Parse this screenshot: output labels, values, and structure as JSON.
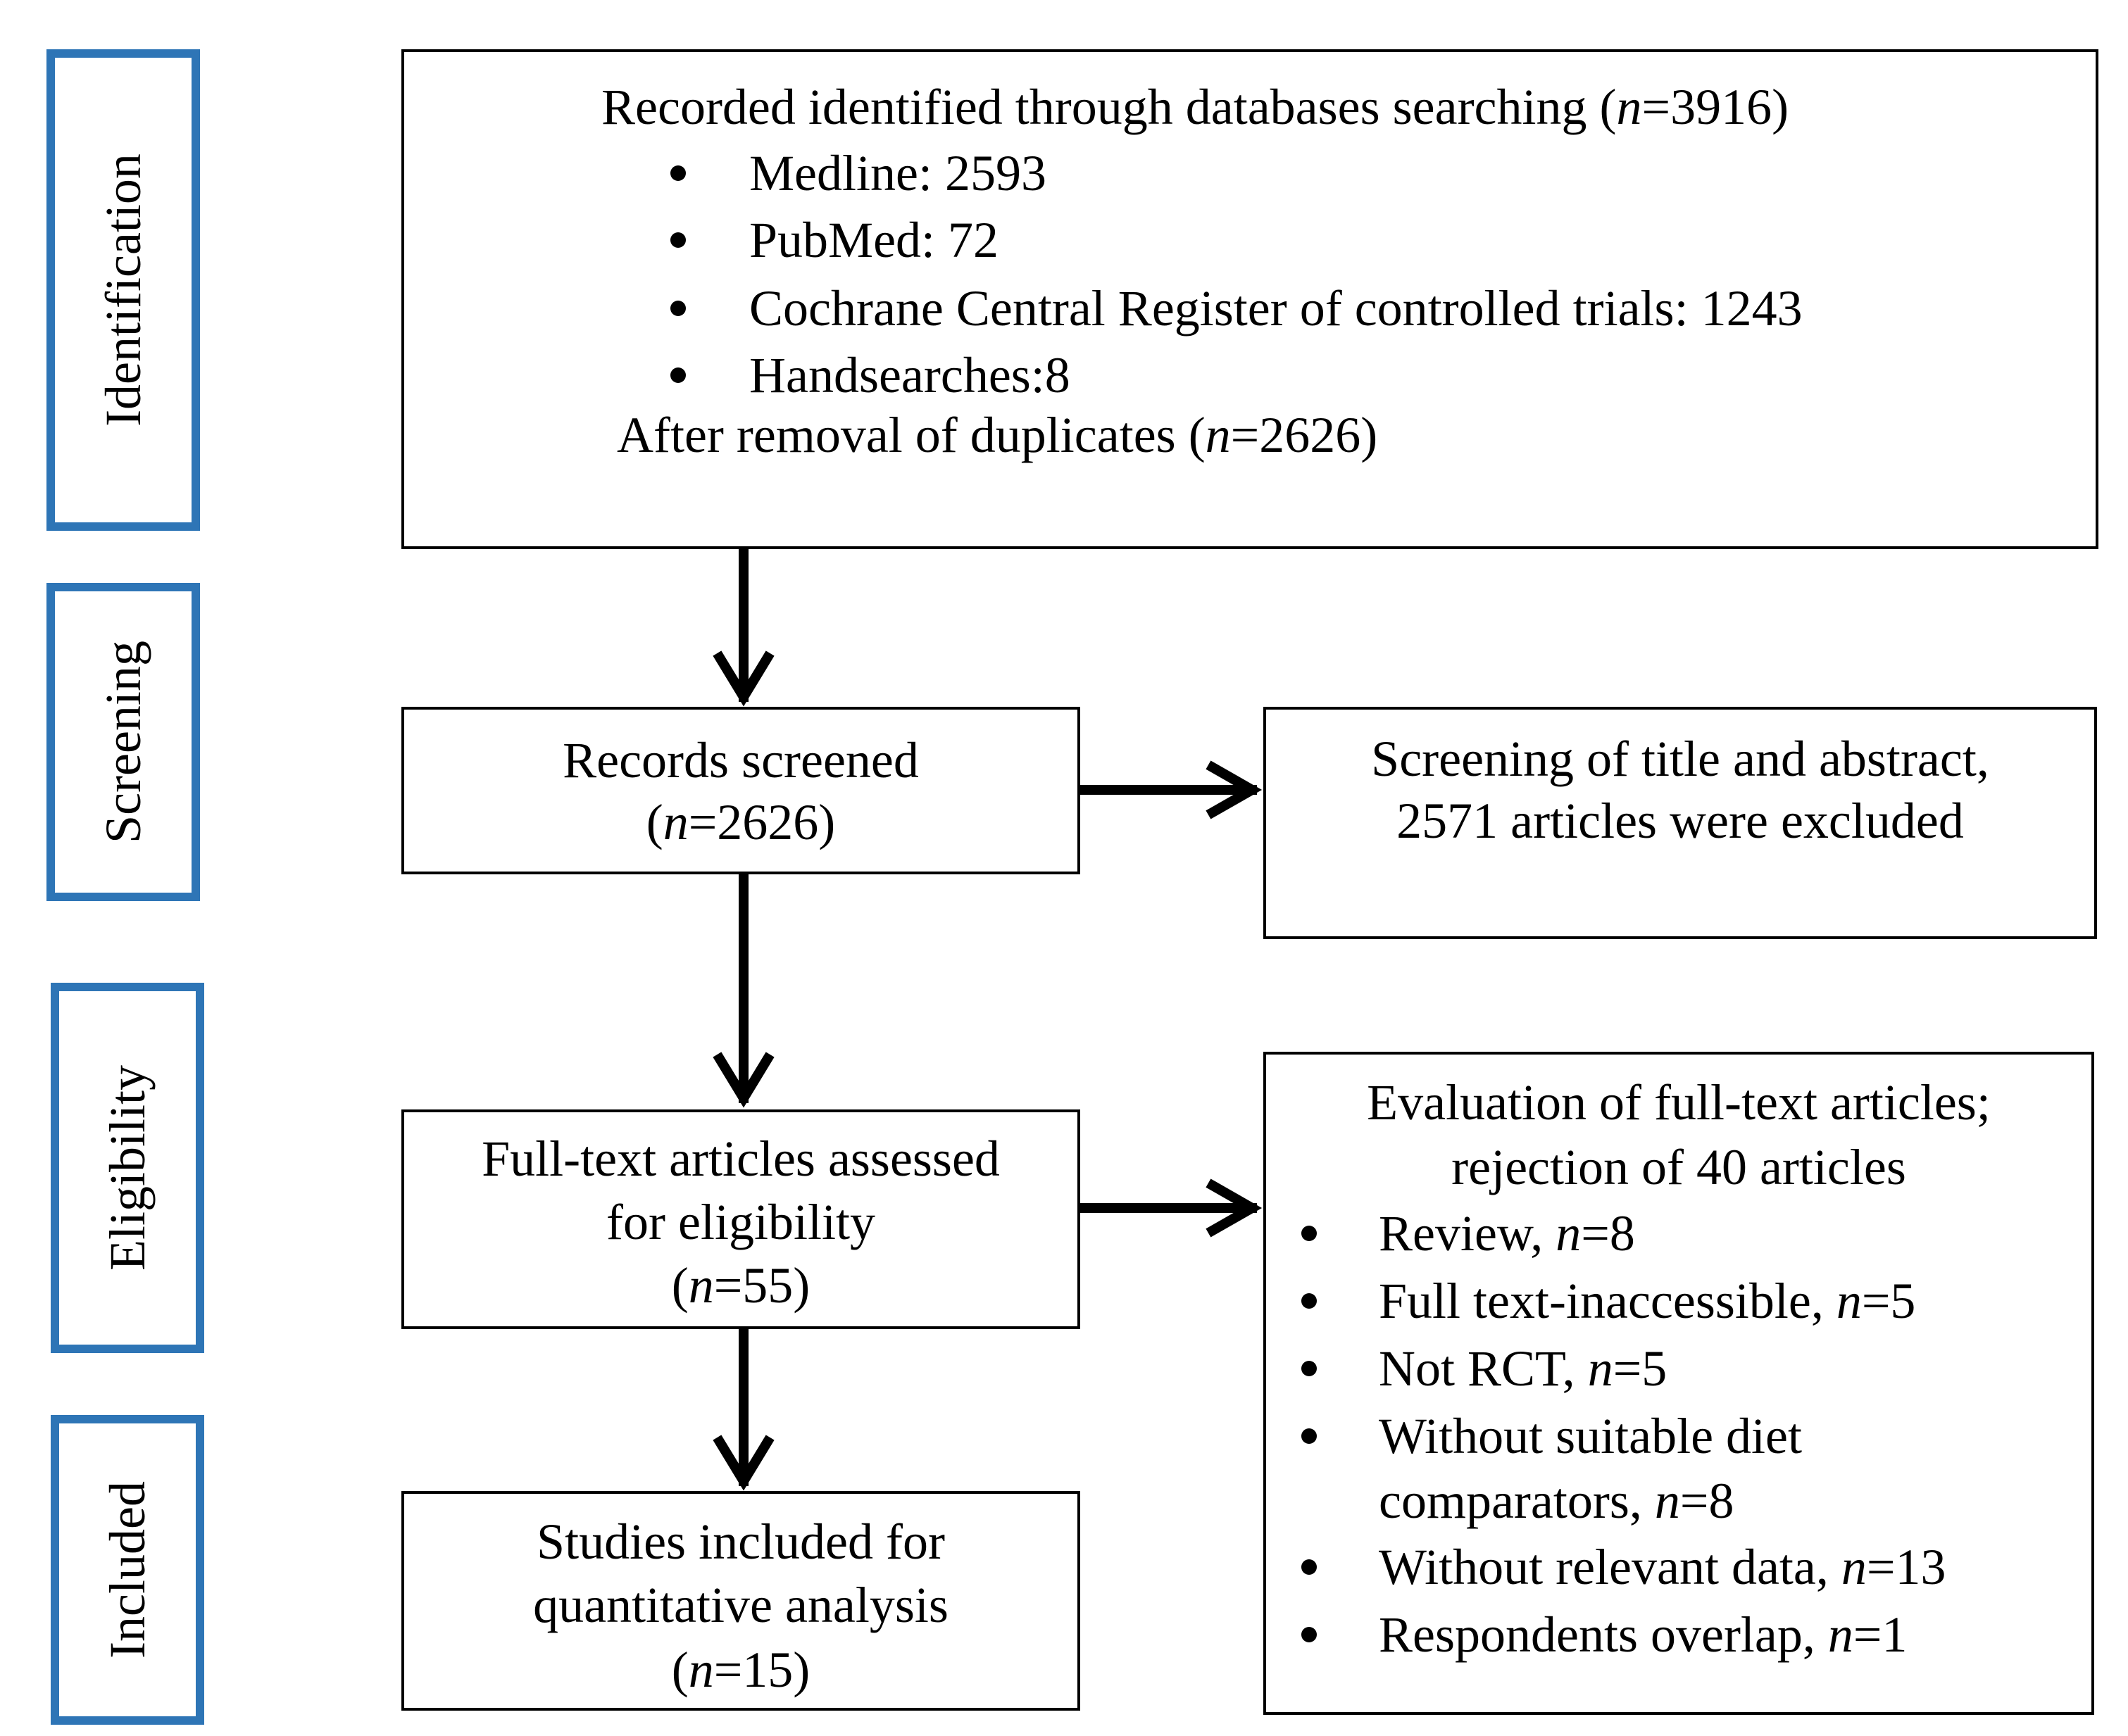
{
  "stages": {
    "identification": "Identification",
    "screening": "Screening",
    "eligibility": "Eligibility",
    "included": "Included"
  },
  "identification_box": {
    "title_prefix": "Recorded identified through databases searching (",
    "n_label": "n",
    "title_suffix": "=3916)",
    "items": [
      "Medline: 2593",
      "PubMed: 72",
      "Cochrane Central Register of controlled trials: 1243",
      "Handsearches:8"
    ],
    "after_prefix": "After removal of duplicates (",
    "after_n": "n",
    "after_suffix": "=2626)"
  },
  "screening_box": {
    "line1": "Records screened",
    "line2_prefix": "(",
    "line2_n": "n",
    "line2_suffix": "=2626)"
  },
  "screening_excluded_box": {
    "line1": "Screening of title and abstract,",
    "line2": "2571 articles were excluded"
  },
  "eligibility_box": {
    "line1": "Full-text articles assessed",
    "line2": "for eligibility",
    "line3_prefix": "(",
    "line3_n": "n",
    "line3_suffix": "=55)"
  },
  "eligibility_excluded_box": {
    "line1": "Evaluation of full-text articles;",
    "line2": "rejection of 40 articles",
    "items": [
      {
        "text": "Review, ",
        "n": "n",
        "value": "=8"
      },
      {
        "text": "Full text-inaccessible, ",
        "n": "n",
        "value": "=5"
      },
      {
        "text": "Not RCT, ",
        "n": "n",
        "value": "=5"
      },
      {
        "text": "Without suitable diet",
        "cont": "comparators, ",
        "n": "n",
        "value": "=8"
      },
      {
        "text": "Without relevant data, ",
        "n": "n",
        "value": "=13"
      },
      {
        "text": "Respondents overlap, ",
        "n": "n",
        "value": "=1"
      }
    ]
  },
  "included_box": {
    "line1": "Studies included for",
    "line2": "quantitative analysis",
    "line3_prefix": "(",
    "line3_n": "n",
    "line3_suffix": "=15)"
  }
}
